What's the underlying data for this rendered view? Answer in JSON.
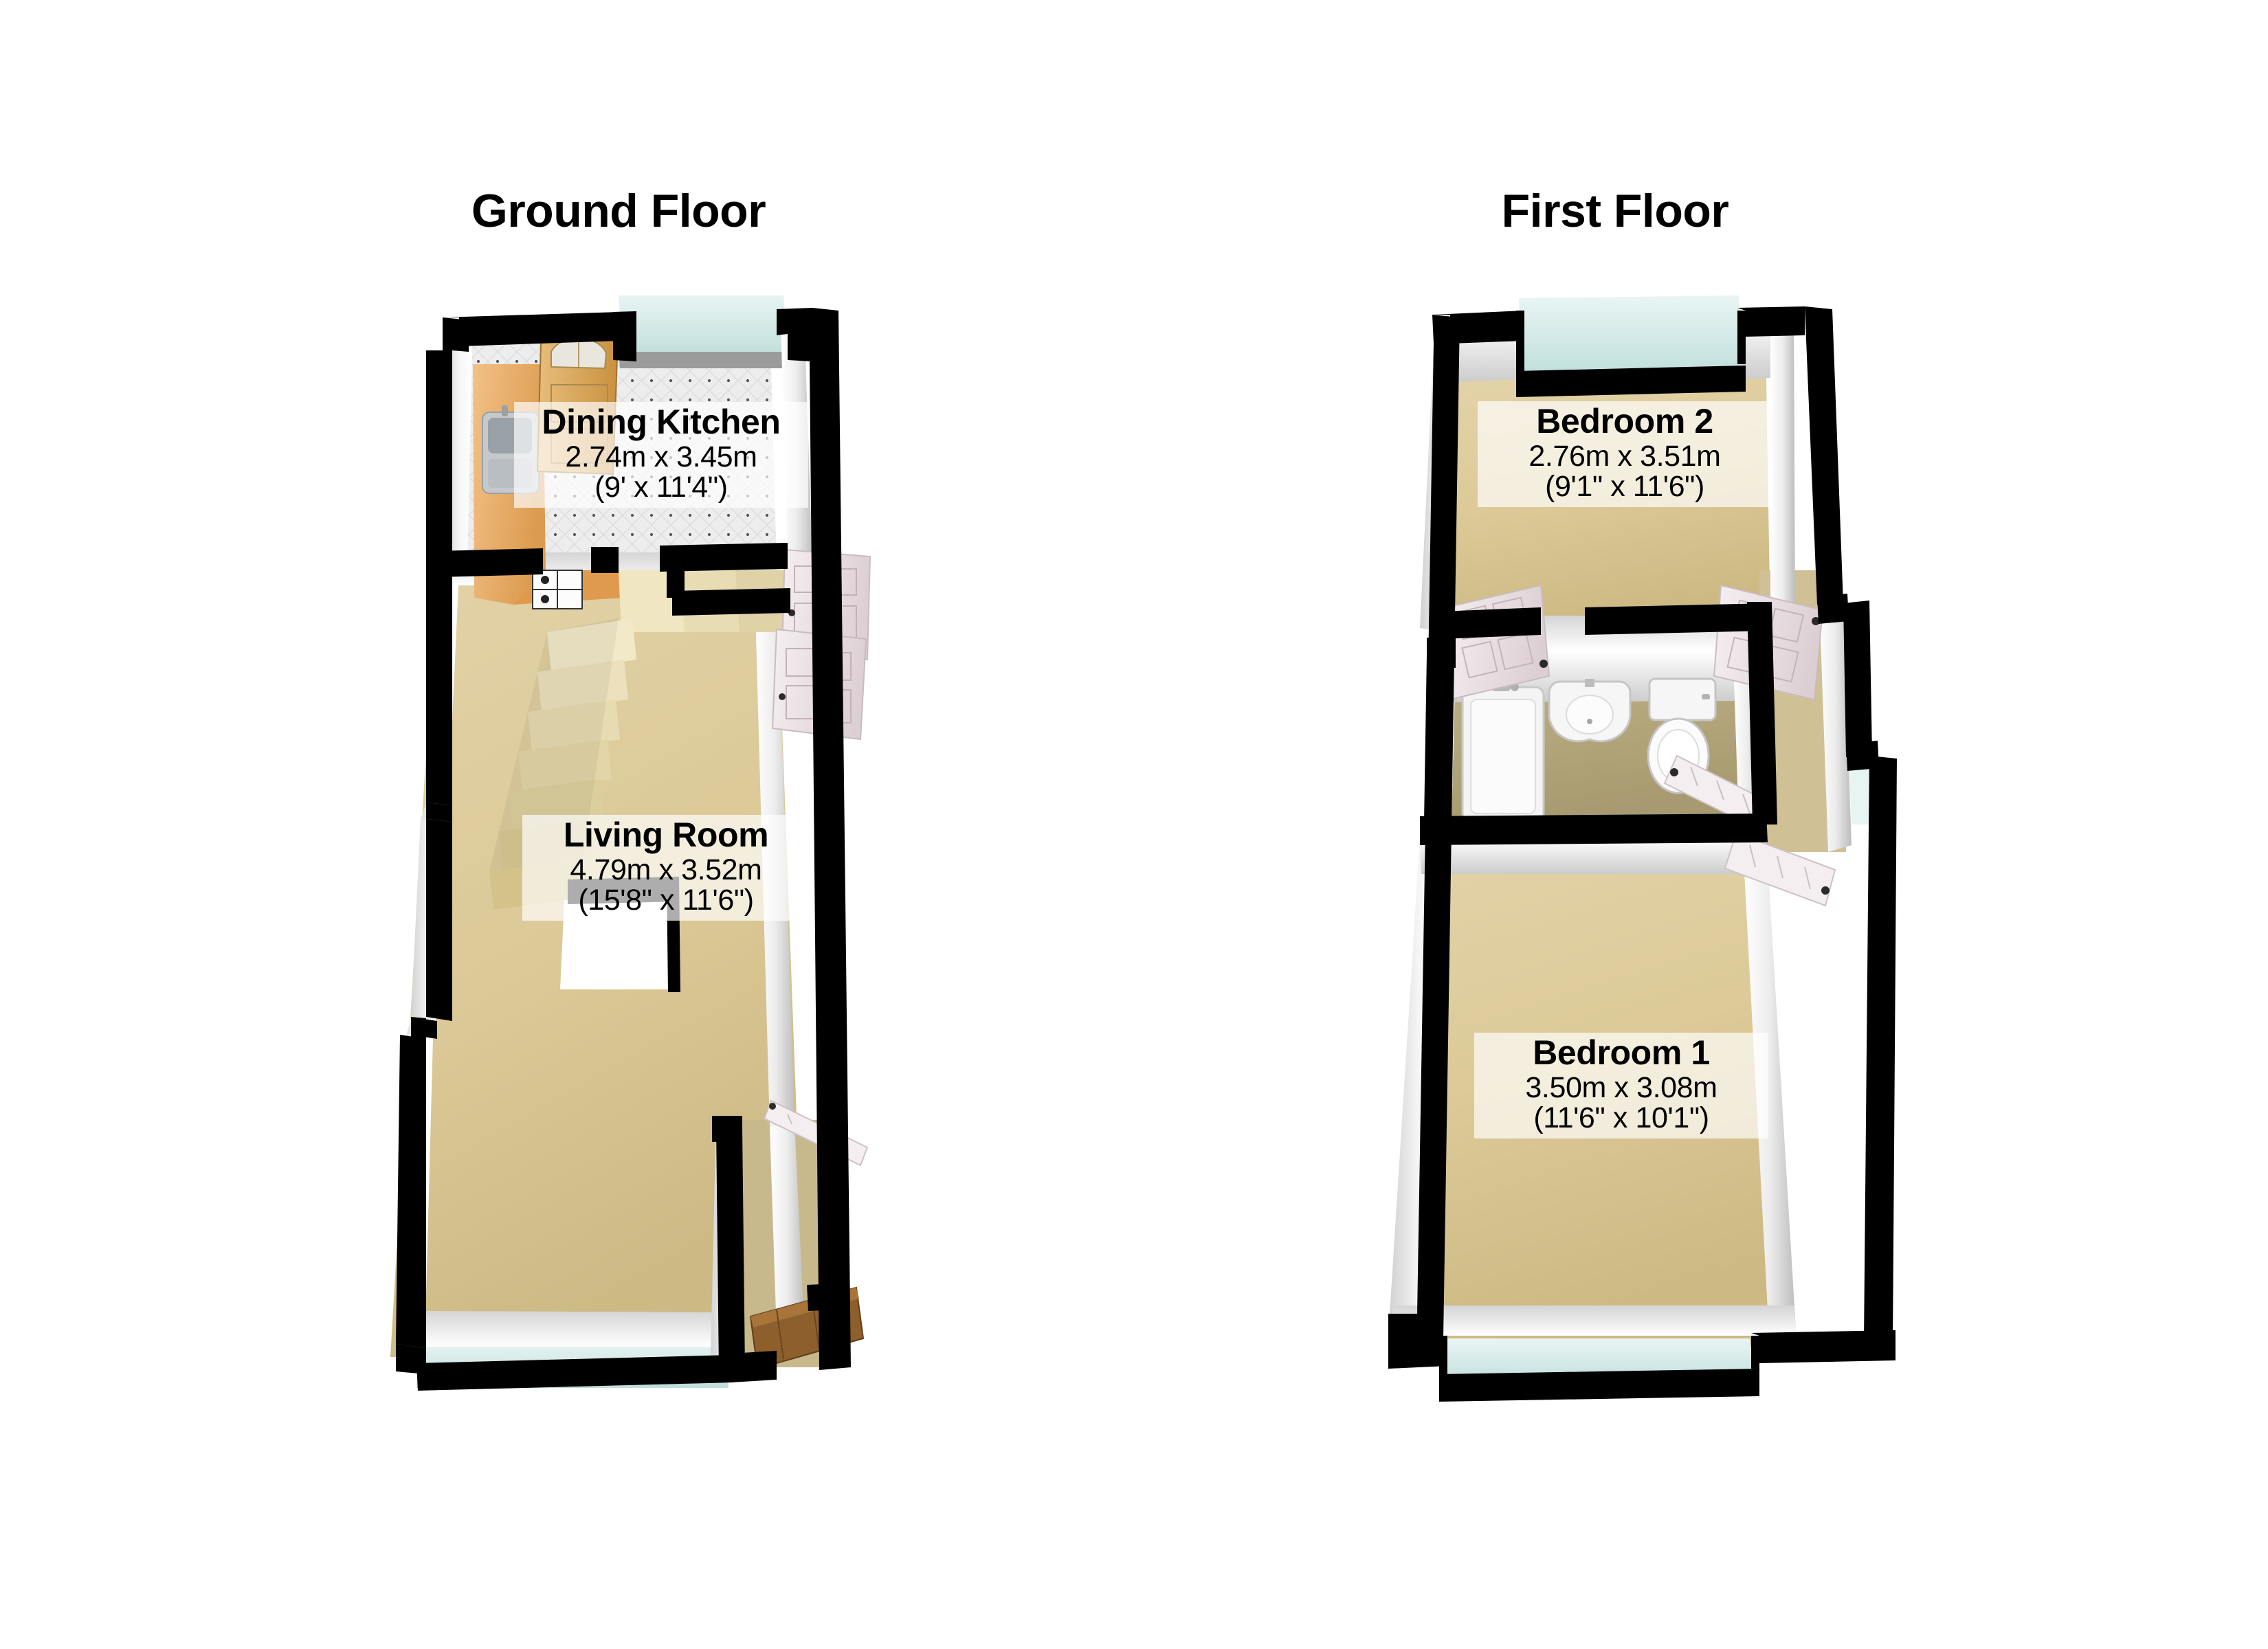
{
  "document": {
    "type": "floor-plan",
    "background_color": "#ffffff"
  },
  "floors": [
    {
      "id": "ground",
      "title": "Ground Floor",
      "rooms": [
        {
          "id": "dining-kitchen",
          "name": "Dining Kitchen",
          "metric": "2.74m x 3.45m",
          "imperial": "(9' x 11'4\")",
          "floor_finish": "tile",
          "floor_color": "#e9e9e9"
        },
        {
          "id": "living-room",
          "name": "Living Room",
          "metric": "4.79m x 3.52m",
          "imperial": "(15'8\" x 11'6\")",
          "floor_finish": "carpet",
          "floor_color": "#ddcb9c"
        }
      ],
      "features": [
        "back-door",
        "kitchen-window",
        "sink",
        "worktop",
        "hob",
        "staircase",
        "internal-door-hall",
        "internal-door-living",
        "living-room-window",
        "front-door",
        "vestibule"
      ]
    },
    {
      "id": "first",
      "title": "First Floor",
      "rooms": [
        {
          "id": "bedroom-2",
          "name": "Bedroom 2",
          "metric": "2.76m x 3.51m",
          "imperial": "(9'1\" x 11'6\")",
          "floor_finish": "carpet",
          "floor_color": "#ddcb9c"
        },
        {
          "id": "bathroom",
          "name": "Bathroom",
          "metric": "",
          "imperial": "",
          "floor_finish": "carpet",
          "floor_color": "#b5a87e"
        },
        {
          "id": "bedroom-1",
          "name": "Bedroom 1",
          "metric": "3.50m x 3.08m",
          "imperial": "(11'6\" x 10'1\")",
          "floor_finish": "carpet",
          "floor_color": "#ddcb9c"
        }
      ],
      "features": [
        "bedroom2-window",
        "bedroom2-door",
        "landing",
        "landing-window",
        "bathtub",
        "washbasin",
        "toilet",
        "bathroom-door",
        "bedroom1-door",
        "bedroom1-window"
      ]
    }
  ],
  "palette": {
    "wall_outline": "#000000",
    "wall_face": "#ffffff",
    "wall_shade": "#d8d8d8",
    "carpet": "#ddcb9c",
    "carpet_dark": "#b5a87e",
    "tile": "#ececec",
    "window_glass": "#d6ecea",
    "door_white": "#efe6e8",
    "door_wood": "#9b6a33",
    "door_wood_light": "#e2b574",
    "worktop_wood": "#e8ab63",
    "stair_tread": "#ece0b9",
    "sanitary_white": "#f2f2f2",
    "label_panel": "#ffffff"
  }
}
